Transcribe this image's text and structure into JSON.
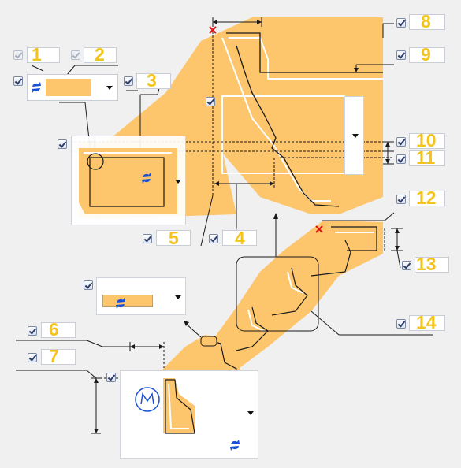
{
  "callouts": [
    {
      "n": "1"
    },
    {
      "n": "2"
    },
    {
      "n": "3"
    },
    {
      "n": "4"
    },
    {
      "n": "5"
    },
    {
      "n": "6"
    },
    {
      "n": "7"
    },
    {
      "n": "8"
    },
    {
      "n": "9"
    },
    {
      "n": "10"
    },
    {
      "n": "11"
    },
    {
      "n": "12"
    },
    {
      "n": "13"
    },
    {
      "n": "14"
    }
  ],
  "colors": {
    "fill": "#fdc56c",
    "accent_number": "#f5c41c",
    "cut_marker": "#e01010",
    "swap_icon": "#1a4fd8",
    "stroke": "#1a1a1a"
  },
  "icons": {
    "swap": "swap-direction-icon",
    "dropdown": "chevron-down-icon",
    "checkbox": "checkbox-icon",
    "motor": "motor-m-icon",
    "cut": "cut-mark-icon"
  }
}
